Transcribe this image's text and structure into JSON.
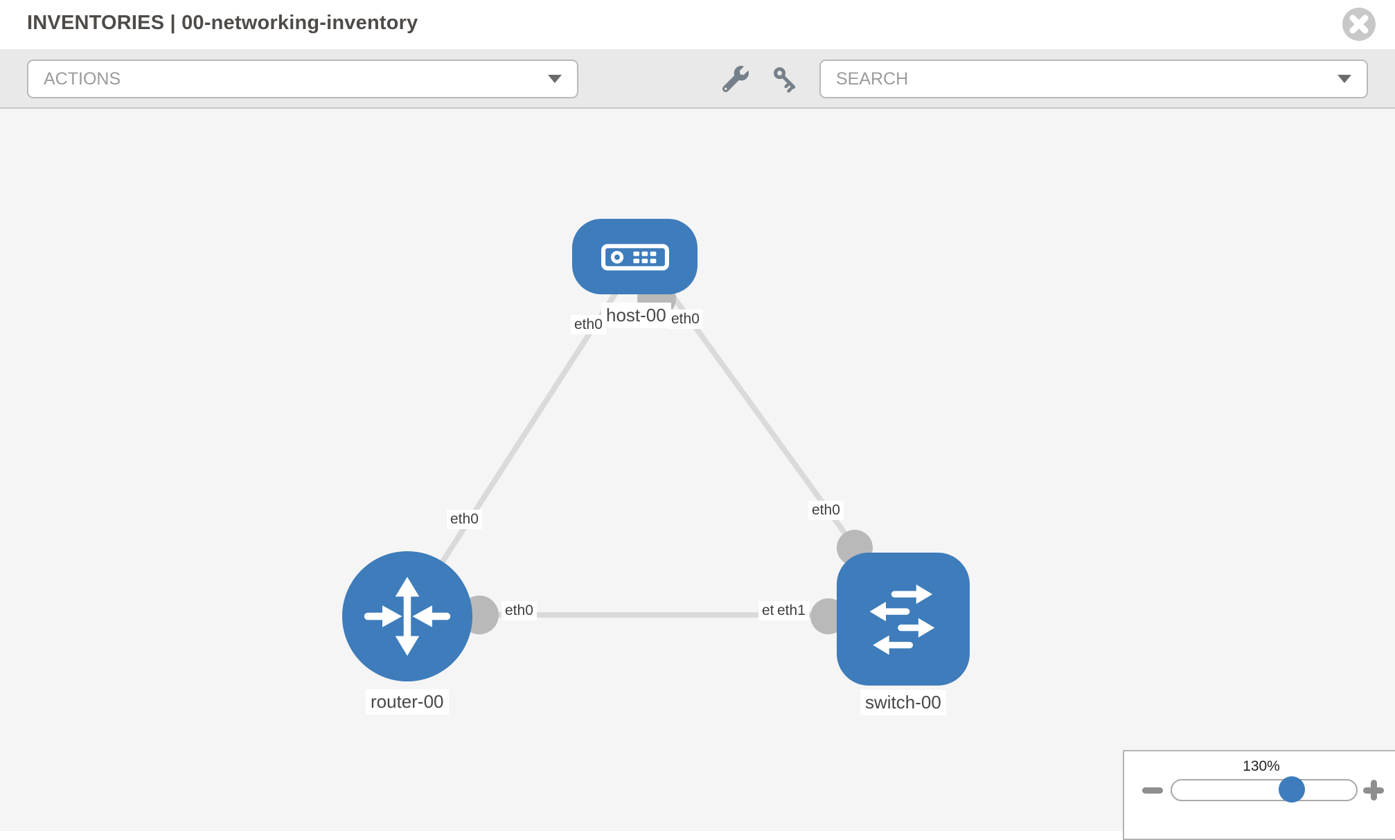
{
  "header": {
    "title": "INVENTORIES | 00-networking-inventory",
    "close_icon": "circle-x"
  },
  "toolbar": {
    "actions_label": "ACTIONS",
    "search_placeholder": "SEARCH",
    "icons": [
      "wrench",
      "key"
    ],
    "dropdown_icon": "chevron-down"
  },
  "topology": {
    "nodes": [
      {
        "id": "host-00",
        "type": "host",
        "label": "host-00",
        "icon": "server"
      },
      {
        "id": "router-00",
        "type": "router",
        "label": "router-00",
        "icon": "router-arrows"
      },
      {
        "id": "switch-00",
        "type": "switch",
        "label": "switch-00",
        "icon": "switch-arrows"
      }
    ],
    "links": [
      {
        "source": "router-00",
        "target": "host-00",
        "source_label": "eth0",
        "target_label": "eth0"
      },
      {
        "source": "host-00",
        "target": "switch-00",
        "source_label": "eth0",
        "target_label": "eth0"
      },
      {
        "source": "router-00",
        "target": "switch-00",
        "source_label": "eth0",
        "target_label": "eth1",
        "target_label_overlap": "eth0"
      }
    ]
  },
  "zoom_control": {
    "value_label": "130%",
    "zoom_out_icon": "minus",
    "zoom_in_icon": "plus",
    "slider_percent": 65
  },
  "colors": {
    "node_blue": "#3e7cbb",
    "link_gray": "#dadada",
    "connector_gray": "#b9b9b9",
    "toolbar_gray": "#e9e9e9",
    "canvas_gray": "#f5f5f5",
    "title_text": "#4e4b48"
  }
}
